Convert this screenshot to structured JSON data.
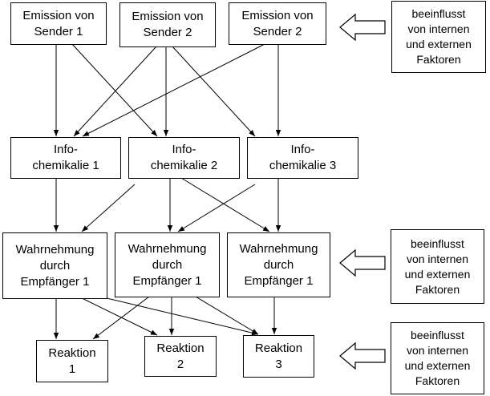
{
  "emitters": [
    {
      "label": "Emission von\nSender 1"
    },
    {
      "label": "Emission von\nSender 2"
    },
    {
      "label": "Emission von\nSender 2"
    }
  ],
  "infochemicals": [
    {
      "label": "Info-\nchemikalie 1"
    },
    {
      "label": "Info-\nchemikalie 2"
    },
    {
      "label": "Info-\nchemikalie 3"
    }
  ],
  "perceptions": [
    {
      "label": "Wahrnehmung\ndurch\nEmpfänger 1"
    },
    {
      "label": "Wahrnehmung\ndurch\nEmpfänger 1"
    },
    {
      "label": "Wahrnehmung\ndurch\nEmpfänger 1"
    }
  ],
  "reactions": [
    {
      "label": "Reaktion\n1"
    },
    {
      "label": "Reaktion\n2"
    },
    {
      "label": "Reaktion\n3"
    }
  ],
  "notes": [
    {
      "label": "beeinflusst\nvon internen\nund externen\nFaktoren"
    },
    {
      "label": "beeinflusst\nvon internen\nund externen\nFaktoren"
    },
    {
      "label": "beeinflusst\nvon internen\nund externen\nFaktoren"
    }
  ]
}
